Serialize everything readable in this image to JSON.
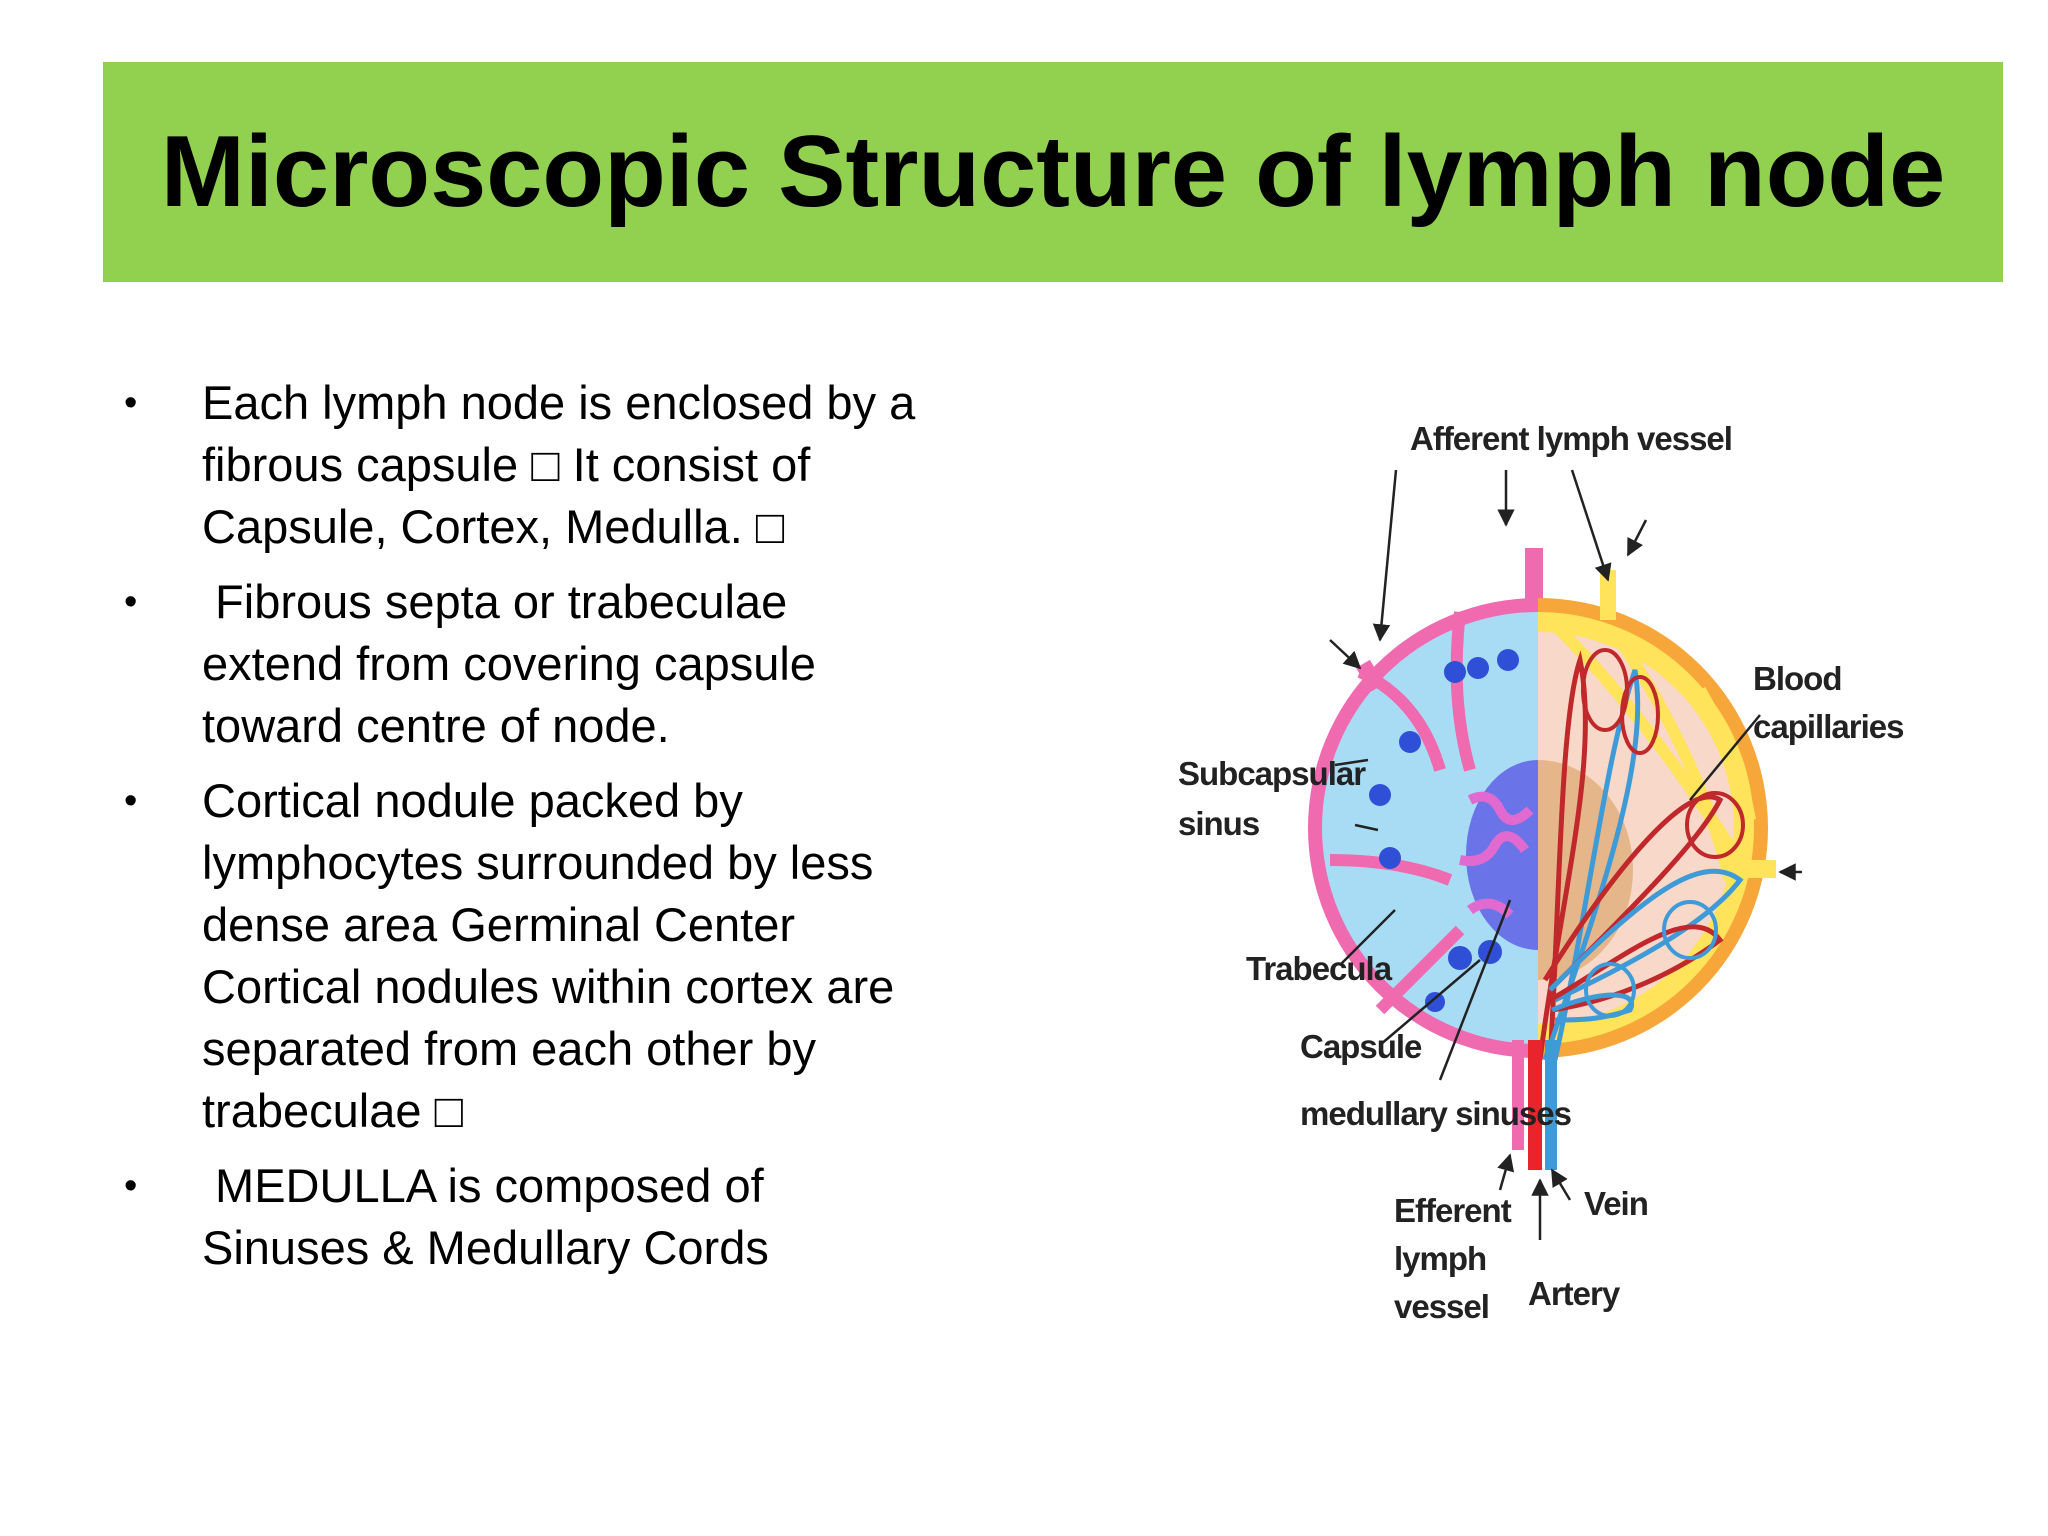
{
  "title": "Microscopic Structure of lymph node",
  "bullets": [
    {
      "marker": "•",
      "lines": [
        "Each lymph node is enclosed by a",
        "fibrous capsule □ It consist of",
        "Capsule, Cortex, Medulla. □"
      ]
    },
    {
      "marker": "•",
      "lines": [
        " Fibrous septa or trabeculae",
        "extend from covering capsule",
        "toward centre of node."
      ]
    },
    {
      "marker": "•",
      "lines": [
        "Cortical nodule packed by",
        "lymphocytes surrounded by less",
        "dense area Germinal Center",
        "Cortical nodules within cortex are",
        "separated from each other by",
        "trabeculae □"
      ]
    },
    {
      "marker": "•",
      "lines": [
        " MEDULLA is composed of",
        "Sinuses & Medullary Cords"
      ]
    }
  ],
  "diagram": {
    "labels": {
      "afferent": "Afferent lymph vessel",
      "blood1": "Blood",
      "blood2": "capillaries",
      "subcap1": "Subcapsular",
      "subcap2": "sinus",
      "trabecula": "Trabecula",
      "capsule": "Capsule",
      "medullary": "medullary sinuses",
      "efferent1": "Efferent",
      "efferent2": "lymph",
      "efferent3": "vessel",
      "vein": "Vein",
      "artery": "Artery"
    }
  }
}
